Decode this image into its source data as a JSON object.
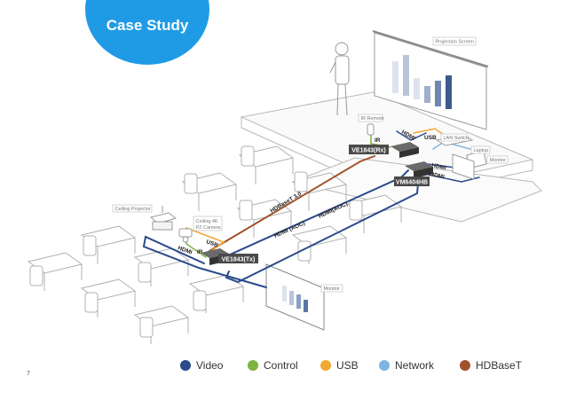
{
  "header": {
    "badge_label": "Case Study"
  },
  "page_number": "7",
  "labels": {
    "projection_screen": "Projection Screen",
    "ir_remote": "IR Remote",
    "lan_switch": "LAN Switch",
    "laptop": "Laptop",
    "monitor_front": "Monitor",
    "monitor_room": "Monitor",
    "ceiling_projector": "Ceiling Projector",
    "ceiling_camera_line1": "Ceiling 4K",
    "ceiling_camera_line2": "PZ Camera",
    "receiver": "VE1843(Rx)",
    "transmitter": "VE1843(Tx)",
    "switcher": "VM6404HB"
  },
  "connections": {
    "hdbaset": "HDBaseT 3.0",
    "hdmi_aoc_1": "HDMI (AOC)",
    "hdmi_aoc_2": "HDMI(AOC)",
    "ir": "IR",
    "hdmi_rx": "HDMI",
    "usb_rx": "USB",
    "hdmi_sw_1": "HDMI",
    "hdmi_sw_2": "HDMI",
    "usb_tx": "USB",
    "ir_tx": "IR",
    "hdmi_tx": "HDMI"
  },
  "legend": [
    {
      "label": "Video",
      "color": "#2a4a8c"
    },
    {
      "label": "Control",
      "color": "#7cb342"
    },
    {
      "label": "USB",
      "color": "#f0a830"
    },
    {
      "label": "Network",
      "color": "#7fb4e0"
    },
    {
      "label": "HDBaseT",
      "color": "#a0522d"
    }
  ]
}
